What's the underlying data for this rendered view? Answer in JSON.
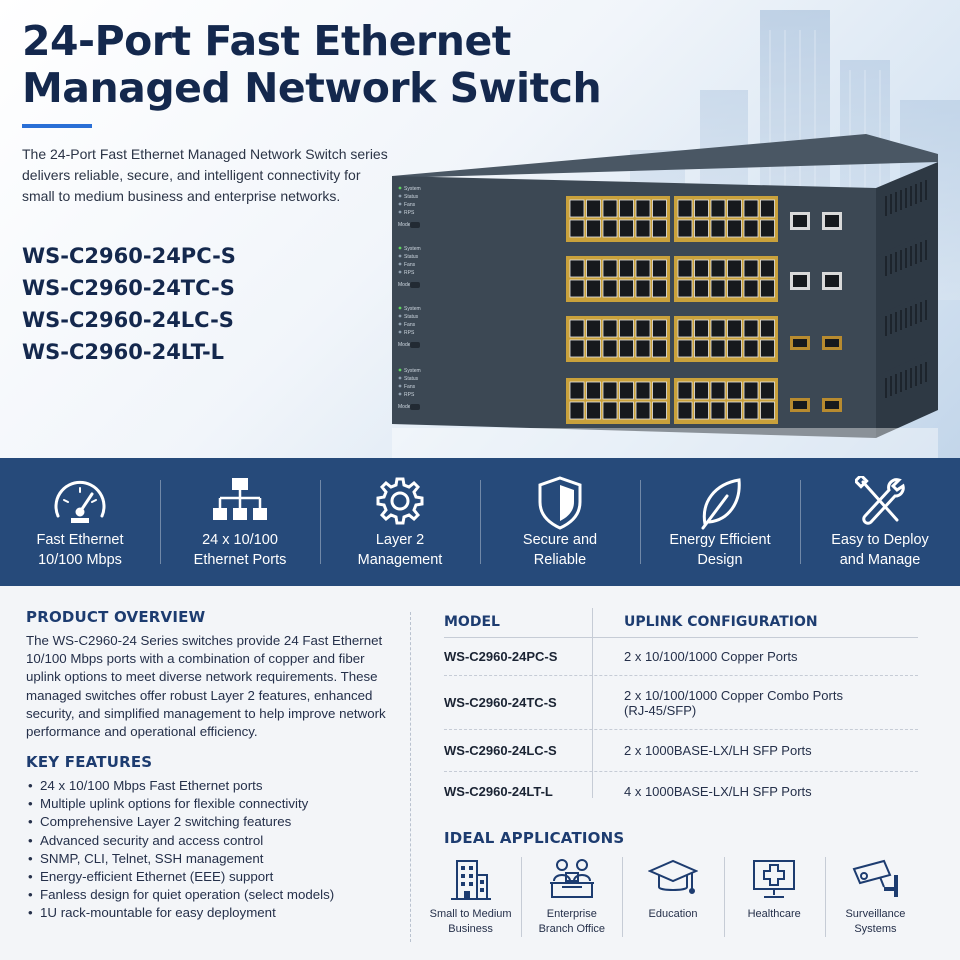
{
  "hero": {
    "title_lines": [
      "24-Port Fast Ethernet",
      "Managed Network Switch"
    ],
    "intro": "The 24-Port Fast Ethernet Managed Network Switch series delivers reliable, secure, and intelligent connectivity for small to medium business and enterprise networks.",
    "models": [
      "WS-C2960-24PC-S",
      "WS-C2960-24TC-S",
      "WS-C2960-24LC-S",
      "WS-C2960-24LT-L"
    ],
    "panel_labels": [
      "System",
      "Status",
      "Fans",
      "RPS",
      "Mode"
    ]
  },
  "features": [
    {
      "icon": "speedometer-icon",
      "line1": "Fast Ethernet",
      "line2": "10/100 Mbps"
    },
    {
      "icon": "network-hierarchy-icon",
      "line1": "24 x 10/100",
      "line2": "Ethernet Ports"
    },
    {
      "icon": "gear-icon",
      "line1": "Layer 2",
      "line2": "Management"
    },
    {
      "icon": "shield-icon",
      "line1": "Secure and",
      "line2": "Reliable"
    },
    {
      "icon": "leaf-icon",
      "line1": "Energy Efficient",
      "line2": "Design"
    },
    {
      "icon": "tools-icon",
      "line1": "Easy to Deploy",
      "line2": "and Manage"
    }
  ],
  "overview": {
    "heading": "PRODUCT OVERVIEW",
    "body": "The WS-C2960-24 Series switches provide 24 Fast Ethernet 10/100 Mbps ports with a combination of copper and fiber uplink options to meet diverse network requirements. These managed switches offer robust Layer 2 features, enhanced security, and simplified management to help improve network performance and operational efficiency."
  },
  "key_features": {
    "heading": "KEY FEATURES",
    "items": [
      "24 x 10/100 Mbps Fast Ethernet ports",
      "Multiple uplink options for flexible connectivity",
      "Comprehensive Layer 2 switching features",
      "Advanced security and access control",
      "SNMP, CLI, Telnet, SSH management",
      "Energy-efficient Ethernet (EEE) support",
      "Fanless design for quiet operation (select models)",
      "1U rack-mountable for easy deployment"
    ]
  },
  "model_table": {
    "headers": [
      "MODEL",
      "UPLINK CONFIGURATION"
    ],
    "rows": [
      {
        "model": "WS-C2960-24PC-S",
        "uplink": "2 x 10/100/1000 Copper Ports"
      },
      {
        "model": "WS-C2960-24TC-S",
        "uplink": "2 x 10/100/1000 Copper Combo Ports",
        "uplink2": "(RJ-45/SFP)"
      },
      {
        "model": "WS-C2960-24LC-S",
        "uplink": "2 x 1000BASE-LX/LH SFP Ports"
      },
      {
        "model": "WS-C2960-24LT-L",
        "uplink": "4 x 1000BASE-LX/LH SFP Ports"
      }
    ]
  },
  "applications": {
    "heading": "IDEAL APPLICATIONS",
    "items": [
      {
        "icon": "building-icon",
        "line1": "Small to Medium",
        "line2": "Business"
      },
      {
        "icon": "office-desk-icon",
        "line1": "Enterprise",
        "line2": "Branch Office"
      },
      {
        "icon": "graduation-cap-icon",
        "line1": "Education",
        "line2": ""
      },
      {
        "icon": "medical-monitor-icon",
        "line1": "Healthcare",
        "line2": ""
      },
      {
        "icon": "security-camera-icon",
        "line1": "Surveillance",
        "line2": "Systems"
      }
    ]
  },
  "colors": {
    "title": "#14284d",
    "accent_rule": "#2a6fd6",
    "band": "#264a7a",
    "heading": "#1d3c70"
  }
}
